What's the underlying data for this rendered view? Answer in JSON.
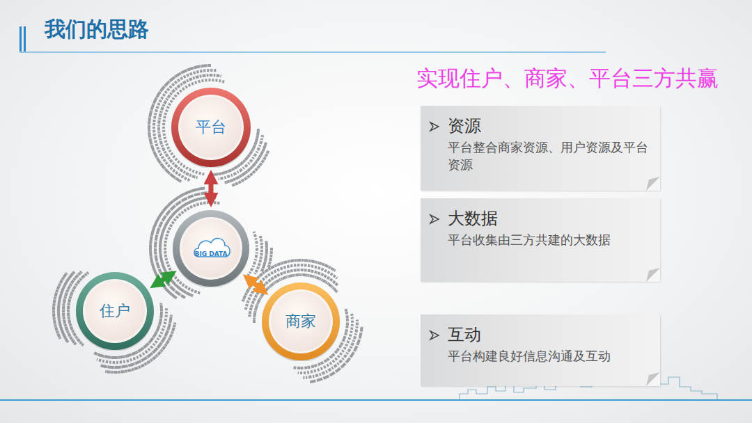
{
  "diagram": {
    "title": "我们的思路",
    "nodes": [
      {
        "text": [
          "平台"
        ]
      },
      {
        "text": [
          "BIG DATA"
        ]
      },
      {
        "text": [
          "住户"
        ]
      },
      {
        "text": [
          "商家"
        ]
      },
      {
        "text": [
          "资源",
          "平台整合商家资源、用户资源及平台资源"
        ]
      },
      {
        "text": [
          "大数据",
          "平台收集由三方共建的大数据"
        ]
      },
      {
        "text": [
          "互动",
          "平台构建良好信息沟通及互动"
        ]
      }
    ],
    "edges": [
      {
        "from": 1,
        "to": 0,
        "arrow": "both"
      },
      {
        "from": 1,
        "to": 2,
        "arrow": "both"
      },
      {
        "from": 1,
        "to": 3,
        "arrow": "both"
      }
    ],
    "labels": [
      "实现住户、商家、平台三方共赢"
    ]
  }
}
